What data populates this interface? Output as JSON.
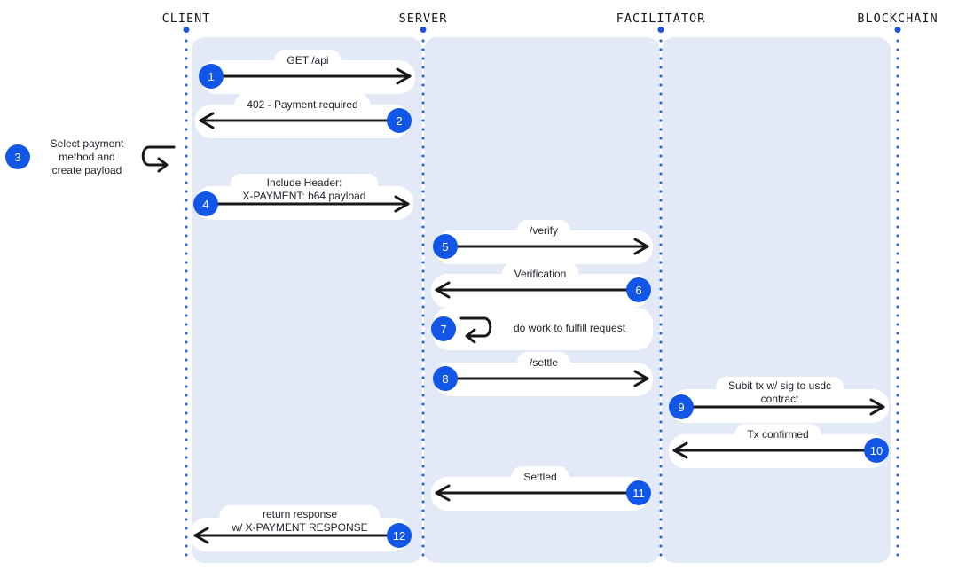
{
  "colors": {
    "panel": "#e4e9f8",
    "lifeline_dot": "#2e61e6",
    "step_badge": "#1156e6",
    "arrow": "#17181c",
    "bubble": "#ffffff",
    "text": "#20242b"
  },
  "actors": [
    {
      "name": "CLIENT"
    },
    {
      "name": "SERVER"
    },
    {
      "name": "FACILITATOR"
    },
    {
      "name": "BLOCKCHAIN"
    }
  ],
  "messages": [
    {
      "step": "1",
      "from": "CLIENT",
      "to": "SERVER",
      "kind": "arrow-right",
      "lines": [
        "GET /api"
      ]
    },
    {
      "step": "2",
      "from": "SERVER",
      "to": "CLIENT",
      "kind": "arrow-left",
      "lines": [
        "402 - Payment required"
      ]
    },
    {
      "step": "3",
      "from": "CLIENT",
      "to": "CLIENT",
      "kind": "self-loop",
      "lines": [
        "Select payment",
        "method and",
        "create payload"
      ]
    },
    {
      "step": "4",
      "from": "CLIENT",
      "to": "SERVER",
      "kind": "arrow-right",
      "lines": [
        "Include Header:",
        "X-PAYMENT: b64 payload"
      ]
    },
    {
      "step": "5",
      "from": "SERVER",
      "to": "FACILITATOR",
      "kind": "arrow-right",
      "lines": [
        "/verify"
      ]
    },
    {
      "step": "6",
      "from": "FACILITATOR",
      "to": "SERVER",
      "kind": "arrow-left",
      "lines": [
        "Verification"
      ]
    },
    {
      "step": "7",
      "from": "SERVER",
      "to": "SERVER",
      "kind": "self-loop",
      "lines": [
        "do work to fulfill request"
      ]
    },
    {
      "step": "8",
      "from": "SERVER",
      "to": "FACILITATOR",
      "kind": "arrow-right",
      "lines": [
        "/settle"
      ]
    },
    {
      "step": "9",
      "from": "FACILITATOR",
      "to": "BLOCKCHAIN",
      "kind": "arrow-right",
      "lines": [
        "Subit tx w/ sig to usdc",
        "contract"
      ]
    },
    {
      "step": "10",
      "from": "BLOCKCHAIN",
      "to": "FACILITATOR",
      "kind": "arrow-left",
      "lines": [
        "Tx confirmed"
      ]
    },
    {
      "step": "11",
      "from": "FACILITATOR",
      "to": "SERVER",
      "kind": "arrow-left",
      "lines": [
        "Settled"
      ]
    },
    {
      "step": "12",
      "from": "SERVER",
      "to": "CLIENT",
      "kind": "arrow-left",
      "lines": [
        "return response",
        "w/ X-PAYMENT RESPONSE"
      ]
    }
  ]
}
